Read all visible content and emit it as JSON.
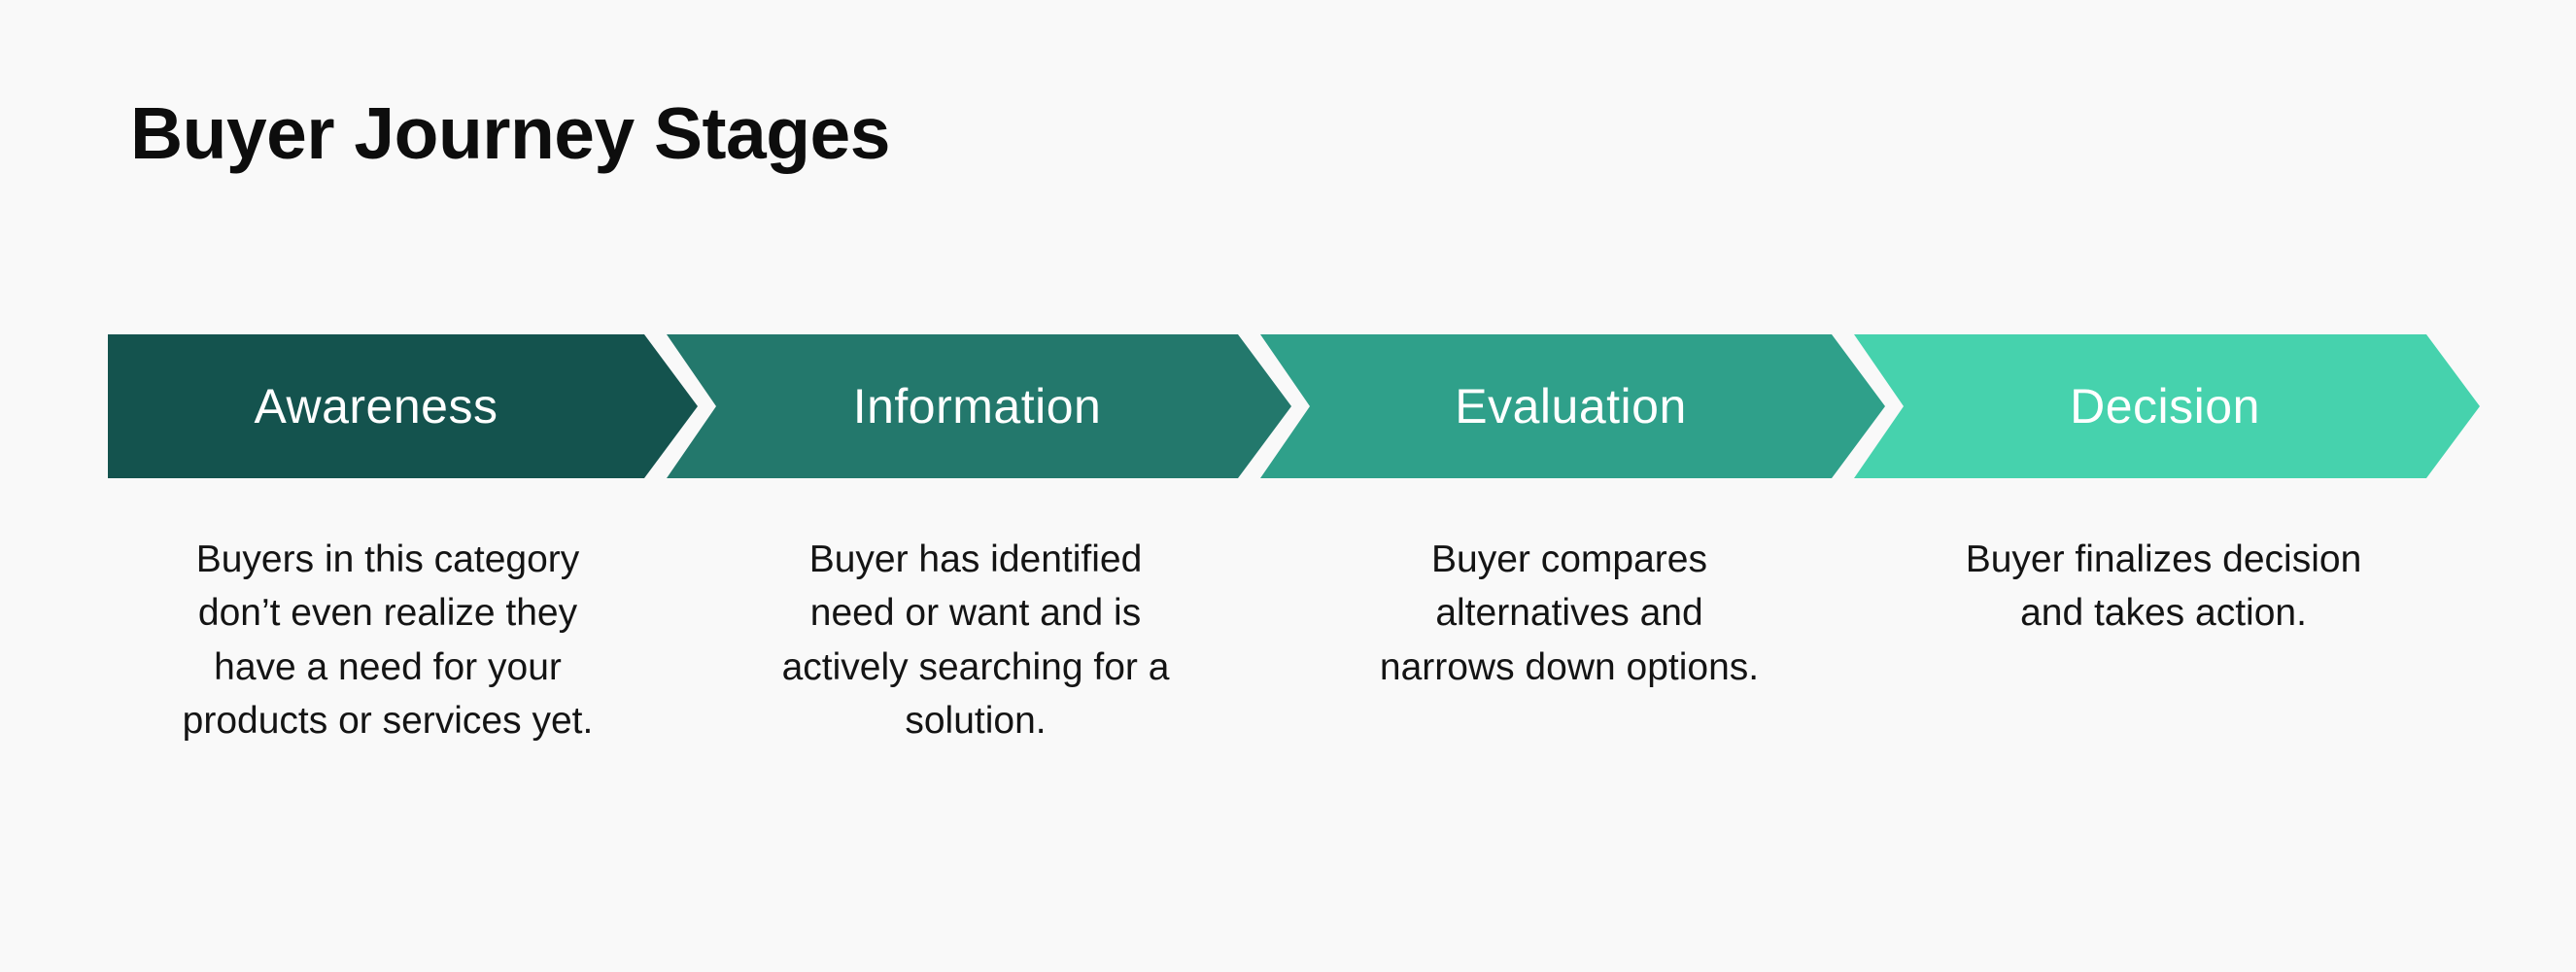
{
  "title": "Buyer Journey Stages",
  "colors": {
    "background": "#f9f9f9",
    "title_text": "#0d0d0d",
    "description_text": "#141414",
    "stage_label_text": "#ffffff"
  },
  "stages": [
    {
      "label": "Awareness",
      "color": "#14534e",
      "description": "Buyers in this category\ndon’t even realize they\nhave a need for your\nproducts or services yet."
    },
    {
      "label": "Information",
      "color": "#23786c",
      "description": "Buyer has identified\nneed or want and is\nactively searching for a\nsolution."
    },
    {
      "label": "Evaluation",
      "color": "#2fa08a",
      "description": "Buyer compares\nalternatives and\nnarrows down options."
    },
    {
      "label": "Decision",
      "color": "#46d2ad",
      "description": "Buyer finalizes decision\nand takes action."
    }
  ]
}
